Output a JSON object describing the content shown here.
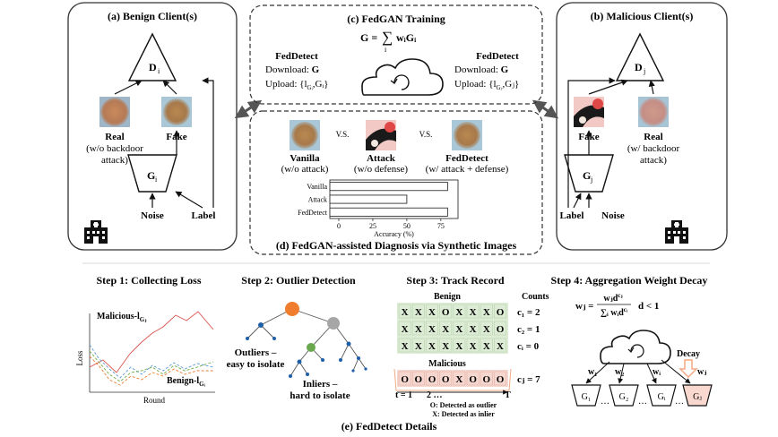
{
  "panels": {
    "benign": {
      "title": "(a) Benign Client(s)",
      "disc": "D",
      "disc_sub": "i",
      "gen": "G",
      "gen_sub": "i",
      "real_label": "Real",
      "real_note1": "(w/o backdoor",
      "real_note2": "attack)",
      "fake_label": "Fake",
      "noise": "Noise",
      "label": "Label"
    },
    "malicious": {
      "title": "(b) Malicious Client(s)",
      "disc": "D",
      "disc_sub": "j",
      "gen": "G",
      "gen_sub": "j",
      "real_label": "Real",
      "real_note1": "(w/ backdoor",
      "real_note2": "attack)",
      "fake_label": "Fake",
      "noise": "Noise",
      "label": "Label"
    },
    "training": {
      "title": "(c) FedGAN Training",
      "formula_lhs": "G =",
      "formula_sum": "∑",
      "formula_sum_index": "i",
      "formula_rhs": "wᵢGᵢ",
      "left_head": "FedDetect",
      "left_download": "Download: ",
      "left_download_val": "G",
      "left_upload": "Upload: {l",
      "left_upload_sub": "Gᵢ",
      "left_upload_end": ",Gᵢ}",
      "right_head": "FedDetect",
      "right_download": "Download: ",
      "right_download_val": "G",
      "right_upload": "Upload: {l",
      "right_upload_sub": "Gⱼ",
      "right_upload_end": ",Gⱼ}"
    },
    "diagnosis": {
      "title": "(d) FedGAN-assisted Diagnosis via Synthetic Images",
      "vs1": "V.S.",
      "vs2": "V.S.",
      "col1_head": "Vanilla",
      "col1_sub": "(w/o attack)",
      "col2_head": "Attack",
      "col2_sub": "(w/o defense)",
      "col3_head": "FedDetect",
      "col3_sub": "(w/ attack + defense)"
    }
  },
  "chart_data": {
    "type": "bar",
    "orientation": "horizontal",
    "categories": [
      "Vanilla",
      "Attack",
      "FedDetect"
    ],
    "values": [
      80,
      50,
      80
    ],
    "xlabel": "Accuracy (%)",
    "xticks": [
      "0",
      "25",
      "50",
      "75"
    ],
    "xlim": [
      0,
      85
    ]
  },
  "details": {
    "step1": {
      "title": "Step 1: Collecting Loss",
      "malicious": "Malicious-l",
      "malicious_sub": "Gⱼ",
      "benign": "Benign-l",
      "benign_sub": "Gᵢ",
      "ylabel": "Loss",
      "xlabel": "Round"
    },
    "step2": {
      "title": "Step 2: Outlier Detection",
      "outliers1": "Outliers –",
      "outliers2": "easy to isolate",
      "inliers1": "Inliers –",
      "inliers2": "hard to isolate"
    },
    "step3": {
      "title": "Step 3: Track Record",
      "benign": "Benign",
      "counts": "Counts",
      "malicious": "Malicious",
      "rows": [
        {
          "cells": [
            "X",
            "X",
            "X",
            "O",
            "X",
            "X",
            "X",
            "O"
          ],
          "count": "c₁ = 2"
        },
        {
          "cells": [
            "X",
            "X",
            "X",
            "X",
            "X",
            "X",
            "X",
            "O"
          ],
          "count": "c₂ = 1"
        },
        {
          "cells": [
            "X",
            "X",
            "X",
            "X",
            "X",
            "X",
            "X",
            "X"
          ],
          "count": "cᵢ = 0"
        }
      ],
      "mal_row": {
        "cells": [
          "O",
          "O",
          "O",
          "O",
          "X",
          "O",
          "O",
          "O"
        ],
        "count": "cⱼ = 7"
      },
      "t1": "t = 1",
      "t2": "2 …",
      "tT": "T",
      "legend_o": "O: Detected as outlier",
      "legend_x": "X: Detected as inlier"
    },
    "step4": {
      "title": "Step 4: Aggregation Weight Decay",
      "formula_lhs": "wⱼ =",
      "formula_num": "wⱼd",
      "formula_num_sup": "cⱼ",
      "formula_den": "∑ᵢ wᵢd",
      "formula_den_sup": "cᵢ",
      "formula_cond": "d < 1",
      "decay": "Decay",
      "weights": [
        "w₁",
        "w₂",
        "wᵢ",
        "wⱼ"
      ],
      "gens": [
        "G₁",
        "G₂",
        "Gᵢ",
        "Gⱼ"
      ],
      "dots": "…"
    },
    "caption": "(e) FedDetect Details"
  },
  "colors": {
    "malicious_line": "#d9534f",
    "grid_green": "#dcecd5",
    "grid_pink": "#f6d7d0",
    "orange_node": "#f07d2e",
    "grey_node": "#a6a6a6",
    "green_node": "#6aa84f",
    "blue_node": "#1f5fa8",
    "decay_arrow": "#f4a882",
    "gen_pink": "#f9d9cf"
  }
}
